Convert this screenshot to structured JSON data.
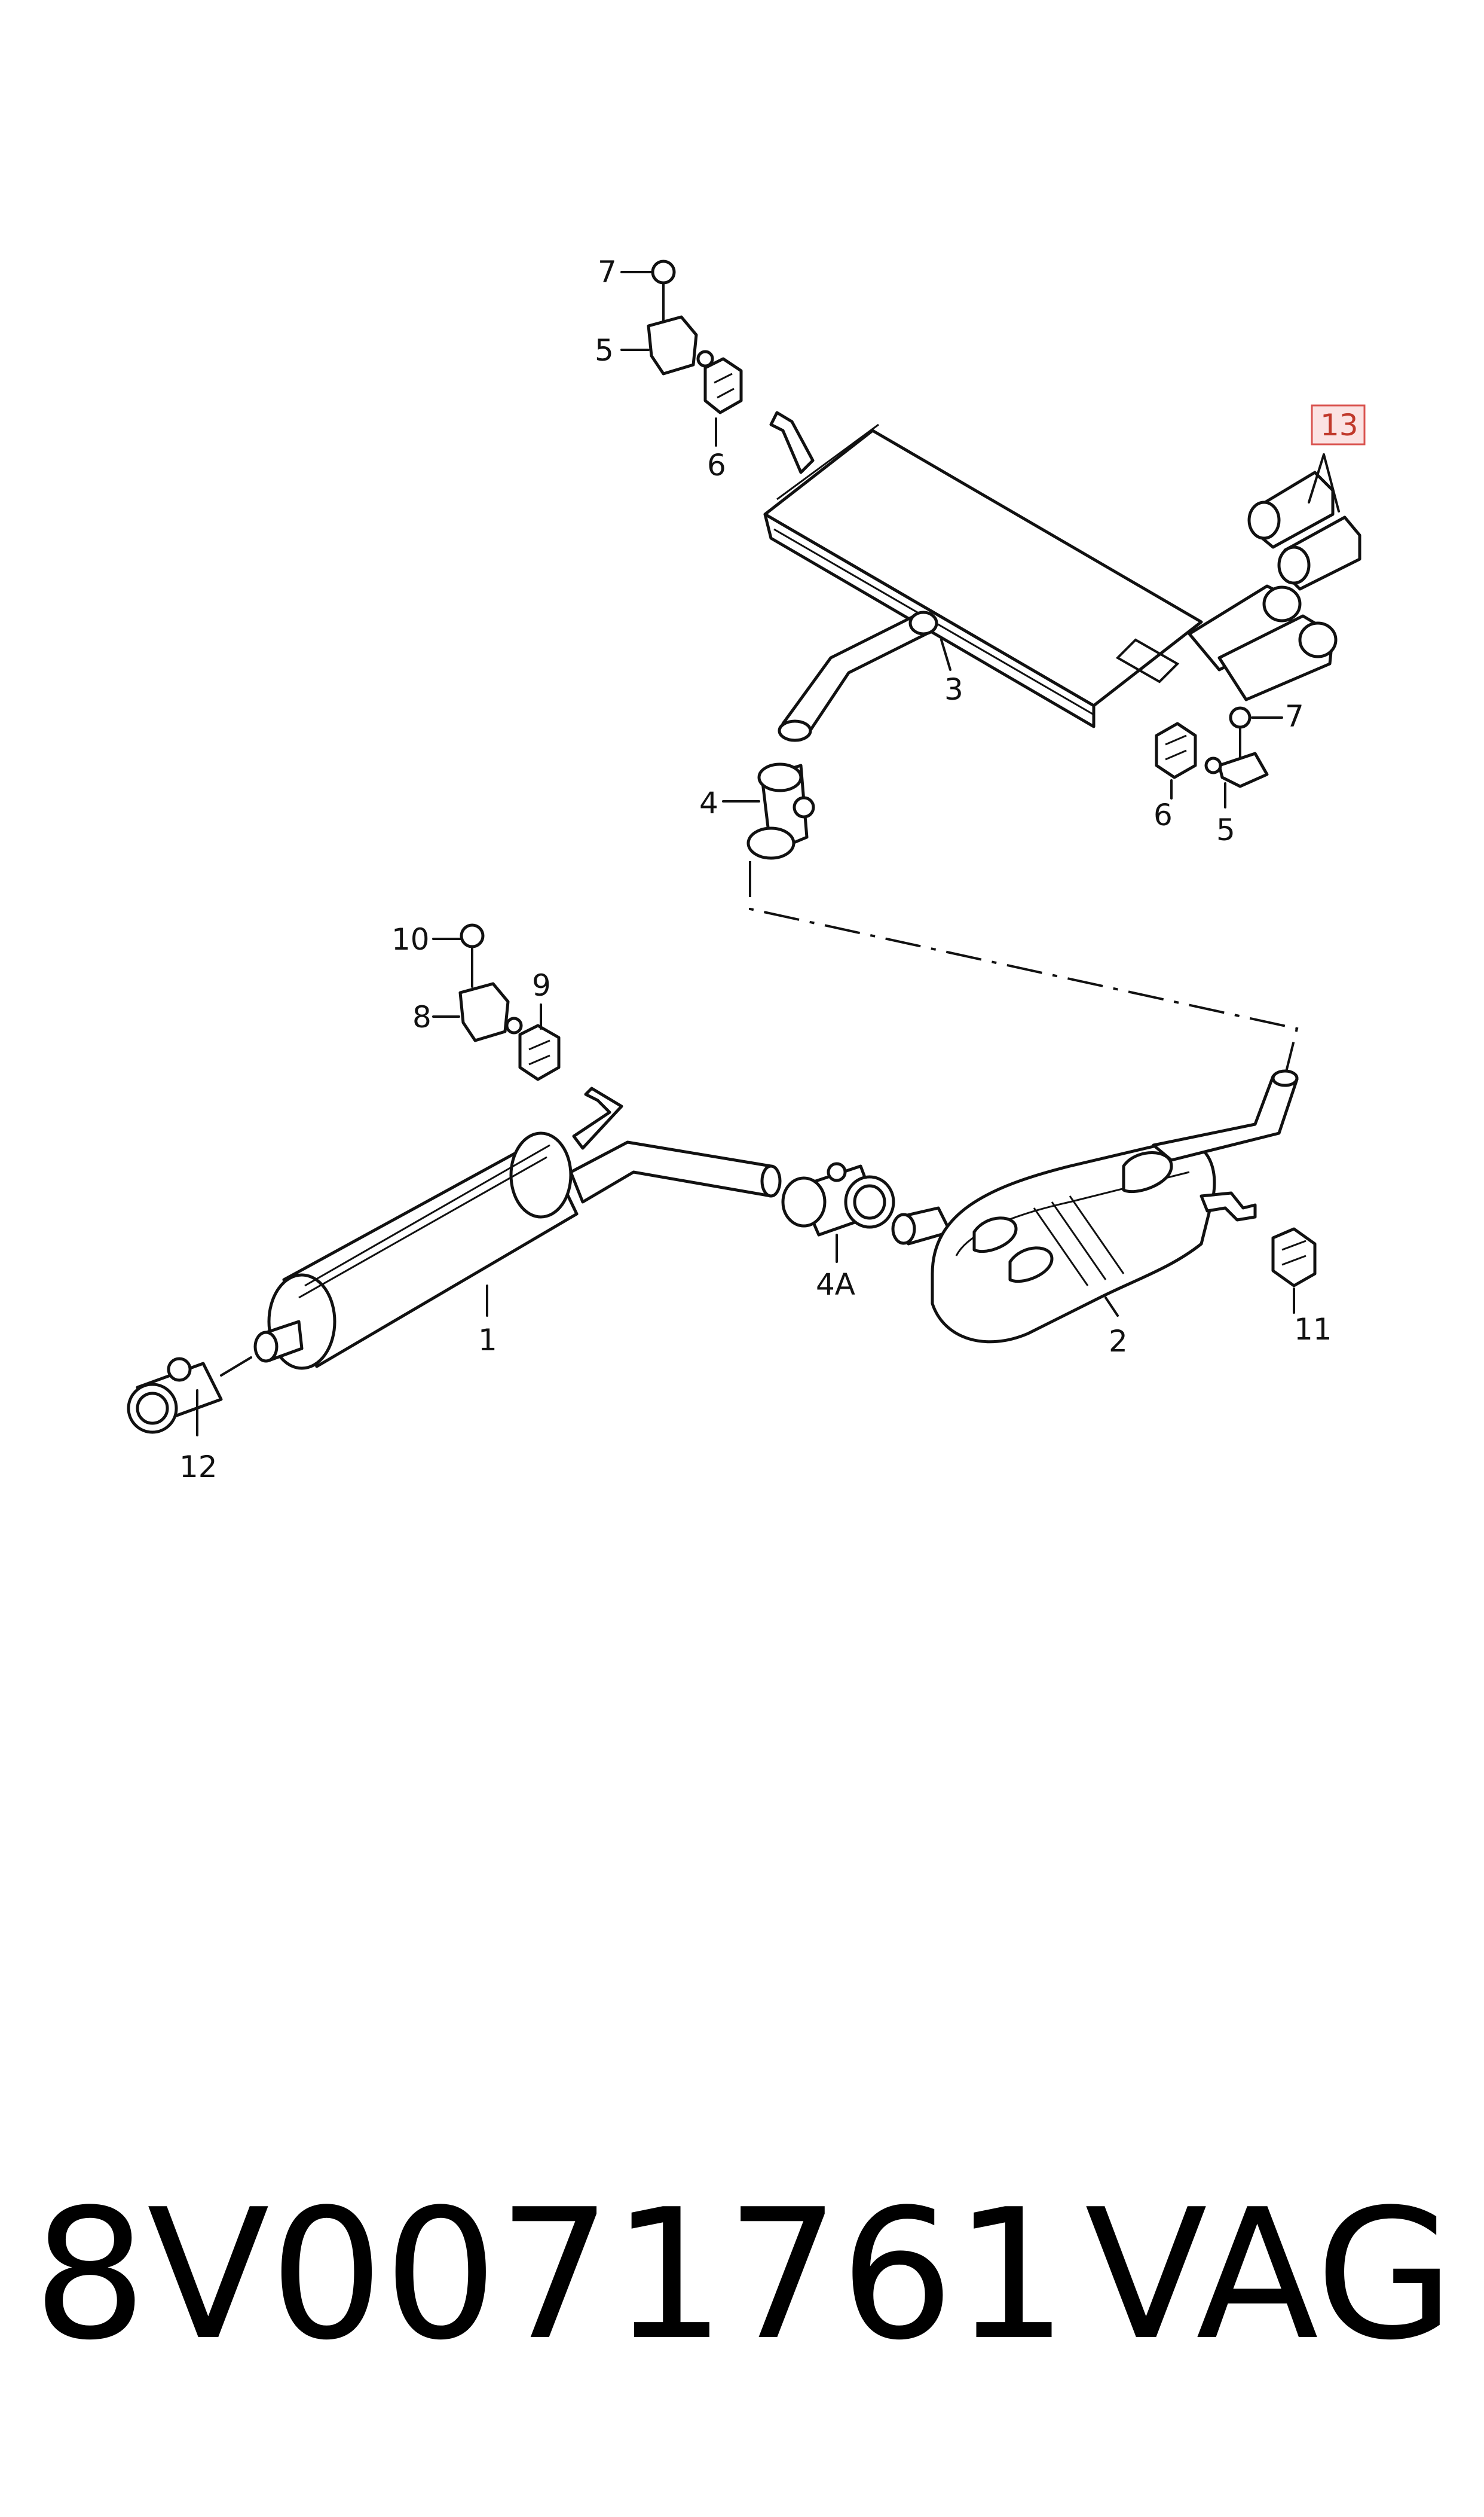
{
  "callouts": {
    "c1": "1",
    "c2": "2",
    "c3": "3",
    "c4": "4",
    "c4a": "4A",
    "c5_upper": "5",
    "c5_lower": "5",
    "c6_upper": "6",
    "c6_lower": "6",
    "c7_upper": "7",
    "c7_lower": "7",
    "c8": "8",
    "c9": "9",
    "c10": "10",
    "c11": "11",
    "c12": "12",
    "c13": "13"
  },
  "highlight_color": "#d9534f",
  "footer": {
    "part_number": "8V0071761",
    "brand": "VAG"
  }
}
